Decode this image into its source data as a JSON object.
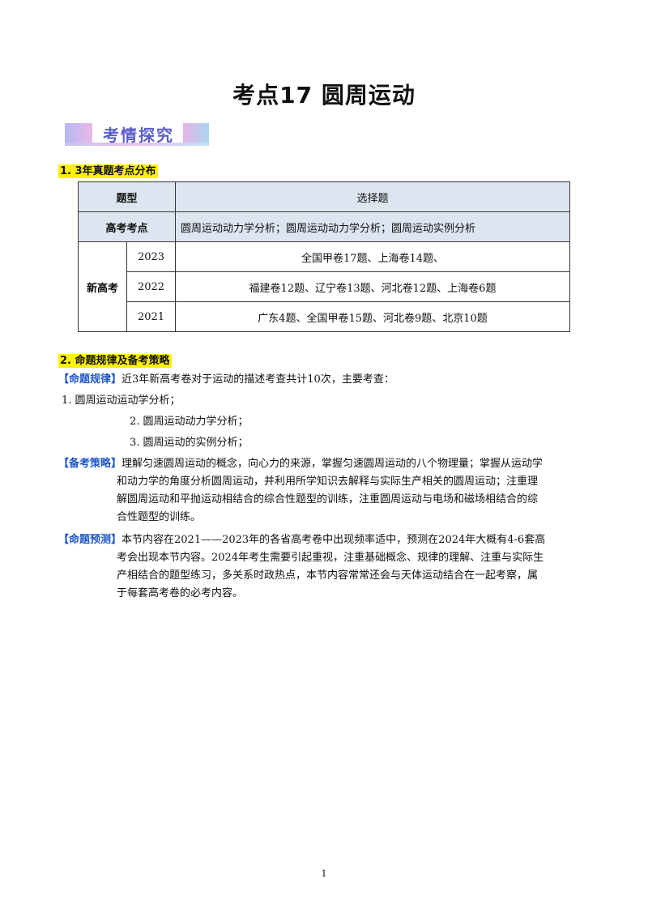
{
  "title": "考点17  圆周运动",
  "banner": "考情探究",
  "section1": {
    "heading": "1. 3年真题考点分布",
    "table": {
      "row_type_label": "题型",
      "row_type_value": "选择题",
      "row_point_label": "高考考点",
      "row_point_value": "圆周运动动力学分析；圆周运动动力学分析；圆周运动实例分析",
      "group_label": "新高考",
      "rows": [
        {
          "year": "2023",
          "items": "全国甲卷17题、上海卷14题、"
        },
        {
          "year": "2022",
          "items": "福建卷12题、辽宁卷13题、河北卷12题、上海卷6题"
        },
        {
          "year": "2021",
          "items": "广东4题、全国甲卷15题、河北卷9题、北京10题"
        }
      ]
    }
  },
  "section2": {
    "heading": "2. 命题规律及备考策略",
    "rule_tag": "【命题规律】",
    "rule_text": "近3年新高考卷对于运动的描述考查共计10次，主要考查：",
    "list": [
      "1. 圆周运动运动学分析；",
      "2. 圆周运动动力学分析；",
      "3. 圆周运动的实例分析；"
    ],
    "strategy_tag": "【备考策略】",
    "strategy_lines": [
      "理解匀速圆周运动的概念，向心力的来源，掌握匀速圆周运动的八个物理量；掌握从运动学",
      "和动力学的角度分析圆周运动，并利用所学知识去解释与实际生产相关的圆周运动；注重理",
      "解圆周运动和平抛运动相结合的综合性题型的训练，注重圆周运动与电场和磁场相结合的综",
      "合性题型的训练。"
    ],
    "forecast_tag": "【命题预测】",
    "forecast_lines": [
      "本节内容在2021——2023年的各省高考卷中出现频率适中，预测在2024年大概有4-6套高",
      "考会出现本节内容。2024年考生需要引起重视，注重基础概念、规律的理解、注重与实际生",
      "产相结合的题型练习，多关系时政热点，本节内容常常还会与天体运动结合在一起考察，属",
      "于每套高考卷的必考内容。"
    ]
  },
  "page_number": "1"
}
